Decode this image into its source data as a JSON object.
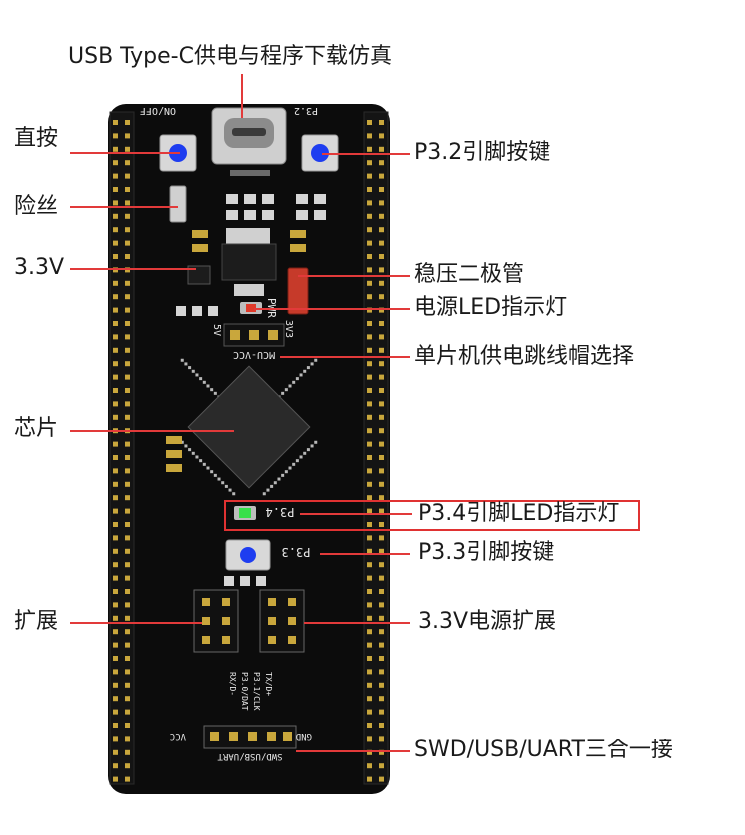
{
  "colors": {
    "board": "#0c0c0c",
    "header_gold": "#c9a73c",
    "annotation_line": "#e23a3a",
    "highlight_box": "#e03232",
    "button_blue": "#1e3df0",
    "led_green": "#37e04a",
    "led_red": "#e03a2a"
  },
  "callouts": {
    "top": "USB Type-C供电与程序下载仿真",
    "left_1": "直按",
    "left_2": "险丝",
    "left_3": "3.3V",
    "left_4": "芯片",
    "left_5": "扩展",
    "right_1": "P3.2引脚按键",
    "right_2": "稳压二极管",
    "right_3": "电源LED指示灯",
    "right_4": "单片机供电跳线帽选择",
    "right_5": "P3.4引脚LED指示灯",
    "right_6": "P3.3引脚按键",
    "right_7": "3.3V电源扩展",
    "right_8": "SWD/USB/UART三合一接"
  },
  "silkscreen": {
    "on_off": "ON/OFF",
    "p32_top": "P3.2",
    "pwr": "PWR",
    "v5": "5V",
    "v33": "3V3",
    "mcu_vcc": "MCU-VCC",
    "p34": "P3.4",
    "p33": "P3.3",
    "gnd": "GND",
    "vcc": "VCC",
    "swd_usb_uart": "SWD/USB/UART",
    "tx": "TX/D+",
    "rx": "RX/D-",
    "p31_clk": "P3.1/CLK",
    "p30_dat": "P3.0/DAT"
  },
  "icons": [
    "usb-c-icon",
    "button-icon",
    "led-icon",
    "chip-icon"
  ]
}
